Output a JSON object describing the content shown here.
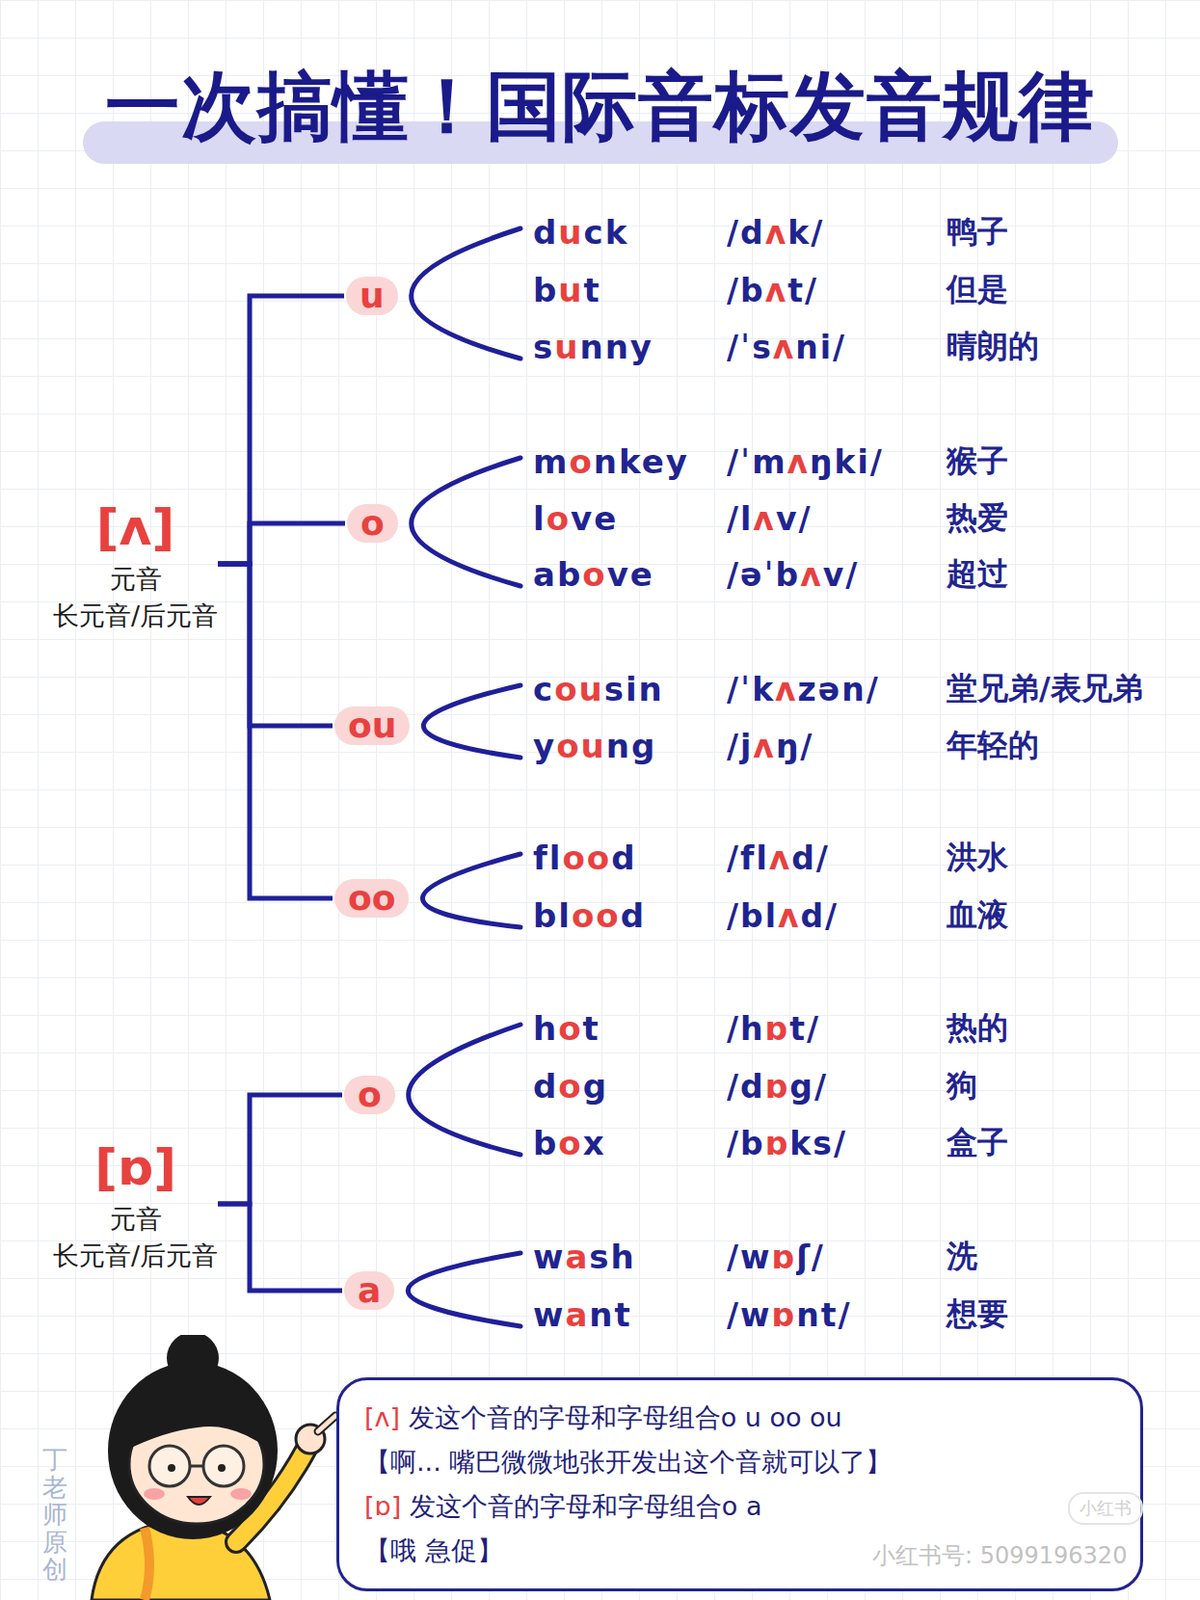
{
  "diagram": {
    "title": "一次搞懂！国际音标发音规律",
    "nodes": [
      {
        "text": [
          "[ʌ]",
          "元音",
          "长元音/后元音"
        ]
      },
      {
        "text": [
          "u"
        ]
      },
      {
        "text": [
          "o"
        ]
      },
      {
        "text": [
          "ou"
        ]
      },
      {
        "text": [
          "oo"
        ]
      },
      {
        "text": [
          "[ɒ]",
          "元音",
          "长元音/后元音"
        ]
      },
      {
        "text": [
          "o"
        ]
      },
      {
        "text": [
          "a"
        ]
      },
      {
        "text": [
          "[ʌ] 发这个音的字母和字母组合o u oo ou",
          "【啊... 嘴巴微微地张开发出这个音就可以了】",
          "[ɒ] 发这个音的字母和字母组合o a",
          "【哦 急促】"
        ]
      }
    ],
    "edges": [
      {
        "from": 0,
        "to": 1,
        "arrow": "none"
      },
      {
        "from": 0,
        "to": 2,
        "arrow": "none"
      },
      {
        "from": 0,
        "to": 3,
        "arrow": "none"
      },
      {
        "from": 0,
        "to": 4,
        "arrow": "none"
      },
      {
        "from": 5,
        "to": 6,
        "arrow": "none"
      },
      {
        "from": 5,
        "to": 7,
        "arrow": "none"
      }
    ],
    "labels": [
      "duck",
      "/dʌk/",
      "鸭子",
      "but",
      "/bʌt/",
      "但是",
      "sunny",
      "/ˈsʌni/",
      "晴朗的",
      "monkey",
      "/ˈmʌŋki/",
      "猴子",
      "love",
      "/lʌv/",
      "热爱",
      "above",
      "/əˈbʌv/",
      "超过",
      "cousin",
      "/ˈkʌzən/",
      "堂兄弟/表兄弟",
      "young",
      "/jʌŋ/",
      "年轻的",
      "flood",
      "/flʌd/",
      "洪水",
      "blood",
      "/blʌd/",
      "血液",
      "hot",
      "/hɒt/",
      "热的",
      "dog",
      "/dɒg/",
      "狗",
      "box",
      "/bɒks/",
      "盒子",
      "wash",
      "/wɒʃ/",
      "洗",
      "want",
      "/wɒnt/",
      "想要",
      "丁老师原创",
      "小红书",
      "小红书号: 5099196320"
    ]
  }
}
